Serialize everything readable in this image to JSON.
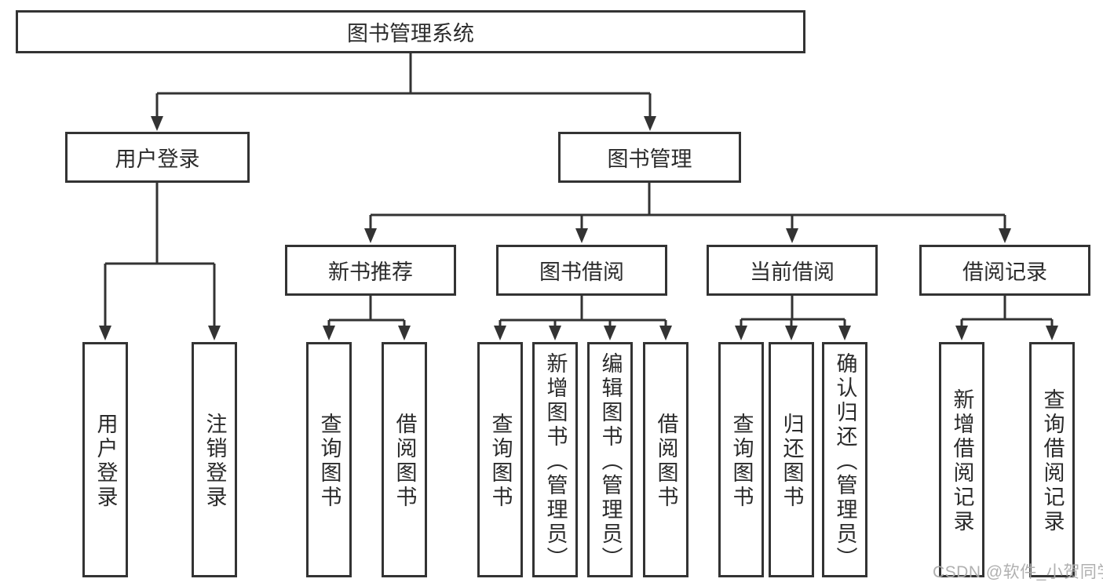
{
  "diagram": {
    "root": {
      "label": "图书管理系统"
    },
    "level2": [
      {
        "id": "user-login",
        "label": "用户登录",
        "parent": "图书管理系统"
      },
      {
        "id": "book-management",
        "label": "图书管理",
        "parent": "图书管理系统"
      }
    ],
    "level3": [
      {
        "id": "new-book-recommendation",
        "label": "新书推荐",
        "parent": "图书管理"
      },
      {
        "id": "book-borrowing",
        "label": "图书借阅",
        "parent": "图书管理"
      },
      {
        "id": "current-borrowing",
        "label": "当前借阅",
        "parent": "图书管理"
      },
      {
        "id": "borrowing-records",
        "label": "借阅记录",
        "parent": "图书管理"
      }
    ],
    "leaves": [
      {
        "label": "用户登录",
        "parent": "用户登录"
      },
      {
        "label": "注销登录",
        "parent": "用户登录"
      },
      {
        "label": "查询图书",
        "parent": "新书推荐"
      },
      {
        "label": "借阅图书",
        "parent": "新书推荐"
      },
      {
        "label": "查询图书",
        "parent": "图书借阅"
      },
      {
        "label": "新增图书（管理员）",
        "parent": "图书借阅"
      },
      {
        "label": "编辑图书（管理员）",
        "parent": "图书借阅"
      },
      {
        "label": "借阅图书",
        "parent": "图书借阅"
      },
      {
        "label": "查询图书",
        "parent": "当前借阅"
      },
      {
        "label": "归还图书",
        "parent": "当前借阅"
      },
      {
        "label": "确认归还（管理员）",
        "parent": "当前借阅"
      },
      {
        "label": "新增借阅记录",
        "parent": "借阅记录"
      },
      {
        "label": "查询借阅记录",
        "parent": "借阅记录"
      }
    ],
    "watermark": "CSDN @软件_小贺同学",
    "colors": {
      "line": "#333333",
      "text": "#2b2b2b",
      "box_background": "#ffffff",
      "watermark": "#acacac"
    }
  }
}
